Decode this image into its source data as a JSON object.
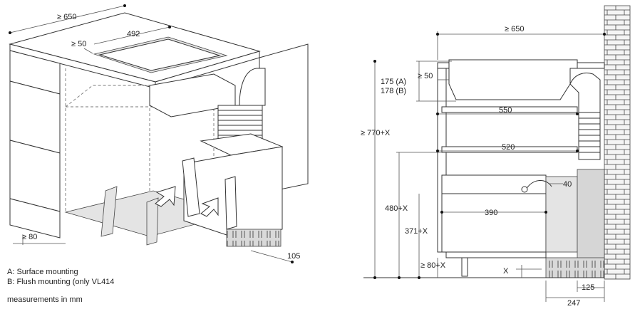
{
  "left_view": {
    "dims": {
      "width_total": "≥ 650",
      "hob_width": "492",
      "edge_gap": "≥ 50",
      "plinth": "≥ 80",
      "depth_rear": "105"
    }
  },
  "right_view": {
    "dims": {
      "width_total": "≥ 650",
      "hob_height_a": "175 (A)",
      "hob_height_b": "178 (B)",
      "edge_gap": "≥ 50",
      "total_height": "≥ 770+X",
      "depth_550": "550",
      "depth_520": "520",
      "offset_40": "40",
      "height_480": "480+X",
      "depth_390": "390",
      "height_371": "371+X",
      "plinth": "≥ 80+X",
      "x_label": "X",
      "offset_125": "125",
      "offset_247": "247"
    }
  },
  "legend": {
    "a": "A: Surface mounting",
    "b": "B: Flush mounting (only VL414",
    "units": "measurements in mm"
  }
}
